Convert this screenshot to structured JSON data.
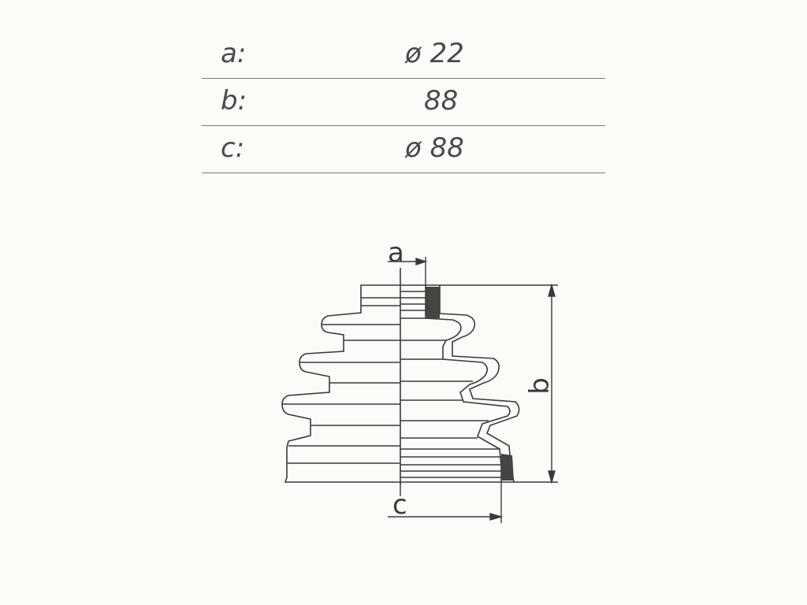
{
  "table": {
    "rows": [
      {
        "key": "a:",
        "value": "ø 22"
      },
      {
        "key": "b:",
        "value": "88"
      },
      {
        "key": "c:",
        "value": "ø  88"
      }
    ]
  },
  "diagram": {
    "label_a": "a",
    "label_b": "b",
    "label_c": "c"
  },
  "colors": {
    "line": "#3a3a3a",
    "fill_dark": "#444444",
    "table_text": "#4a4a4a"
  }
}
